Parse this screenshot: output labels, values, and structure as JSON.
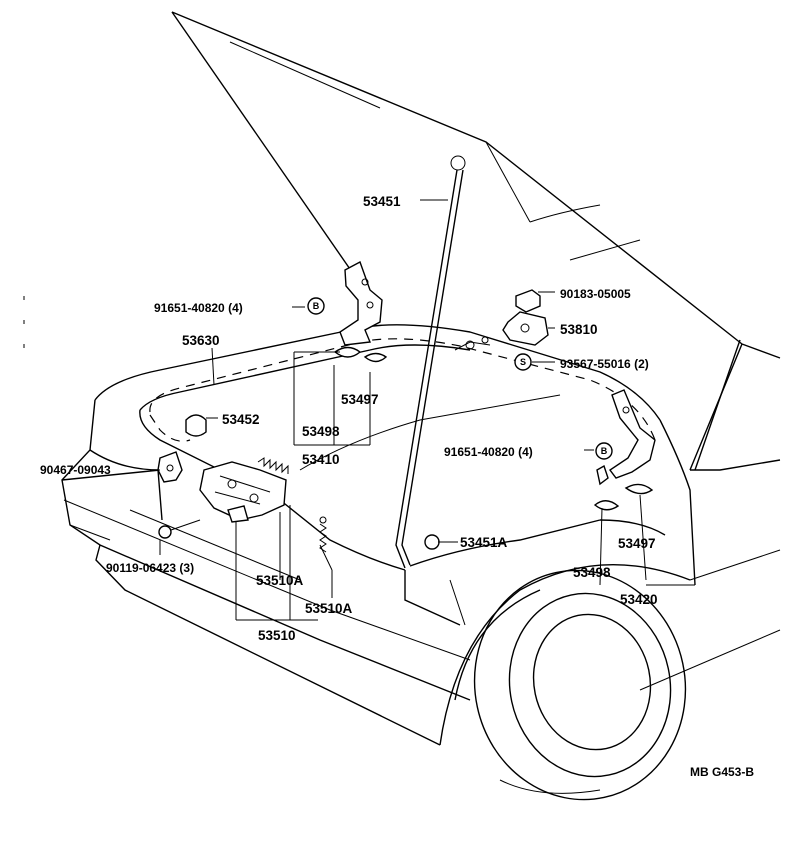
{
  "diagram": {
    "callouts": [
      {
        "id": "c53451",
        "text": "53451"
      },
      {
        "id": "c91651a",
        "text": "91651-40820 (4)"
      },
      {
        "id": "c90183",
        "text": "90183-05005"
      },
      {
        "id": "c53810",
        "text": "53810"
      },
      {
        "id": "c93567",
        "text": "93567-55016 (2)"
      },
      {
        "id": "c53630",
        "text": "53630"
      },
      {
        "id": "c53452",
        "text": "53452"
      },
      {
        "id": "c53497a",
        "text": "53497"
      },
      {
        "id": "c53498a",
        "text": "53498"
      },
      {
        "id": "c53410",
        "text": "53410"
      },
      {
        "id": "c91651b",
        "text": "91651-40820 (4)"
      },
      {
        "id": "c90467",
        "text": "90467-09043"
      },
      {
        "id": "c53451a",
        "text": "53451A"
      },
      {
        "id": "c53497b",
        "text": "53497"
      },
      {
        "id": "c53498b",
        "text": "53498"
      },
      {
        "id": "c53420",
        "text": "53420"
      },
      {
        "id": "c90119",
        "text": "90119-06423 (3)"
      },
      {
        "id": "c53510a1",
        "text": "53510A"
      },
      {
        "id": "c53510a2",
        "text": "53510A"
      },
      {
        "id": "c53510",
        "text": "53510"
      }
    ],
    "symbols": {
      "bolt": "B",
      "screw": "S"
    },
    "figure_code": "MB G453-B"
  }
}
